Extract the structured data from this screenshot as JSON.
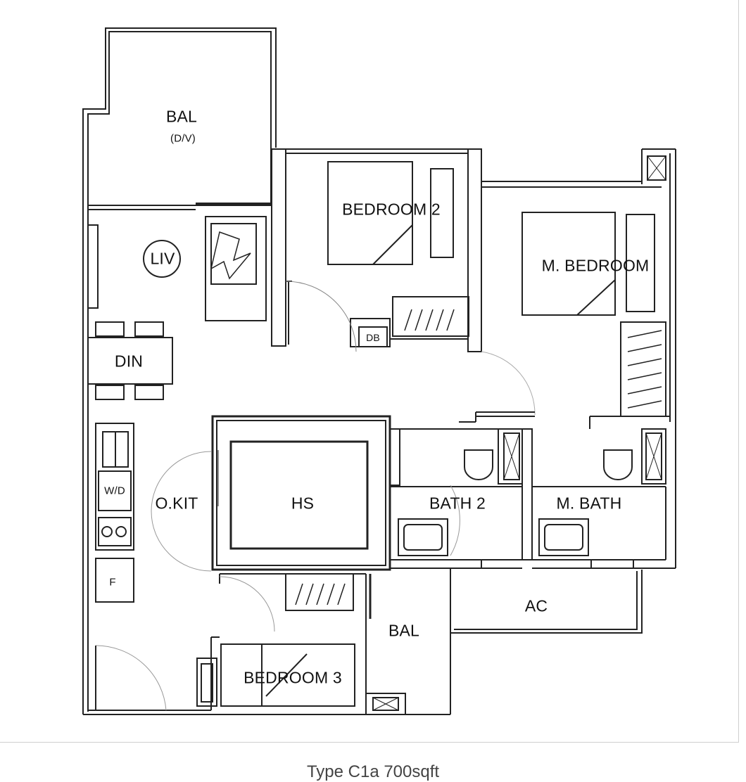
{
  "rooms": {
    "bal_top": "BAL",
    "bal_top_sub": "(D/V)",
    "liv": "LIV",
    "bedroom2": "BEDROOM 2",
    "m_bedroom": "M. BEDROOM",
    "db": "DB",
    "din": "DIN",
    "wd": "W/D",
    "okit": "O.KIT",
    "hs": "HS",
    "bath2": "BATH 2",
    "mbath": "M. BATH",
    "fridge": "F",
    "ac": "AC",
    "bal_bottom": "BAL",
    "bedroom3": "BEDROOM 3"
  },
  "caption": "Type C1a 700sqft"
}
